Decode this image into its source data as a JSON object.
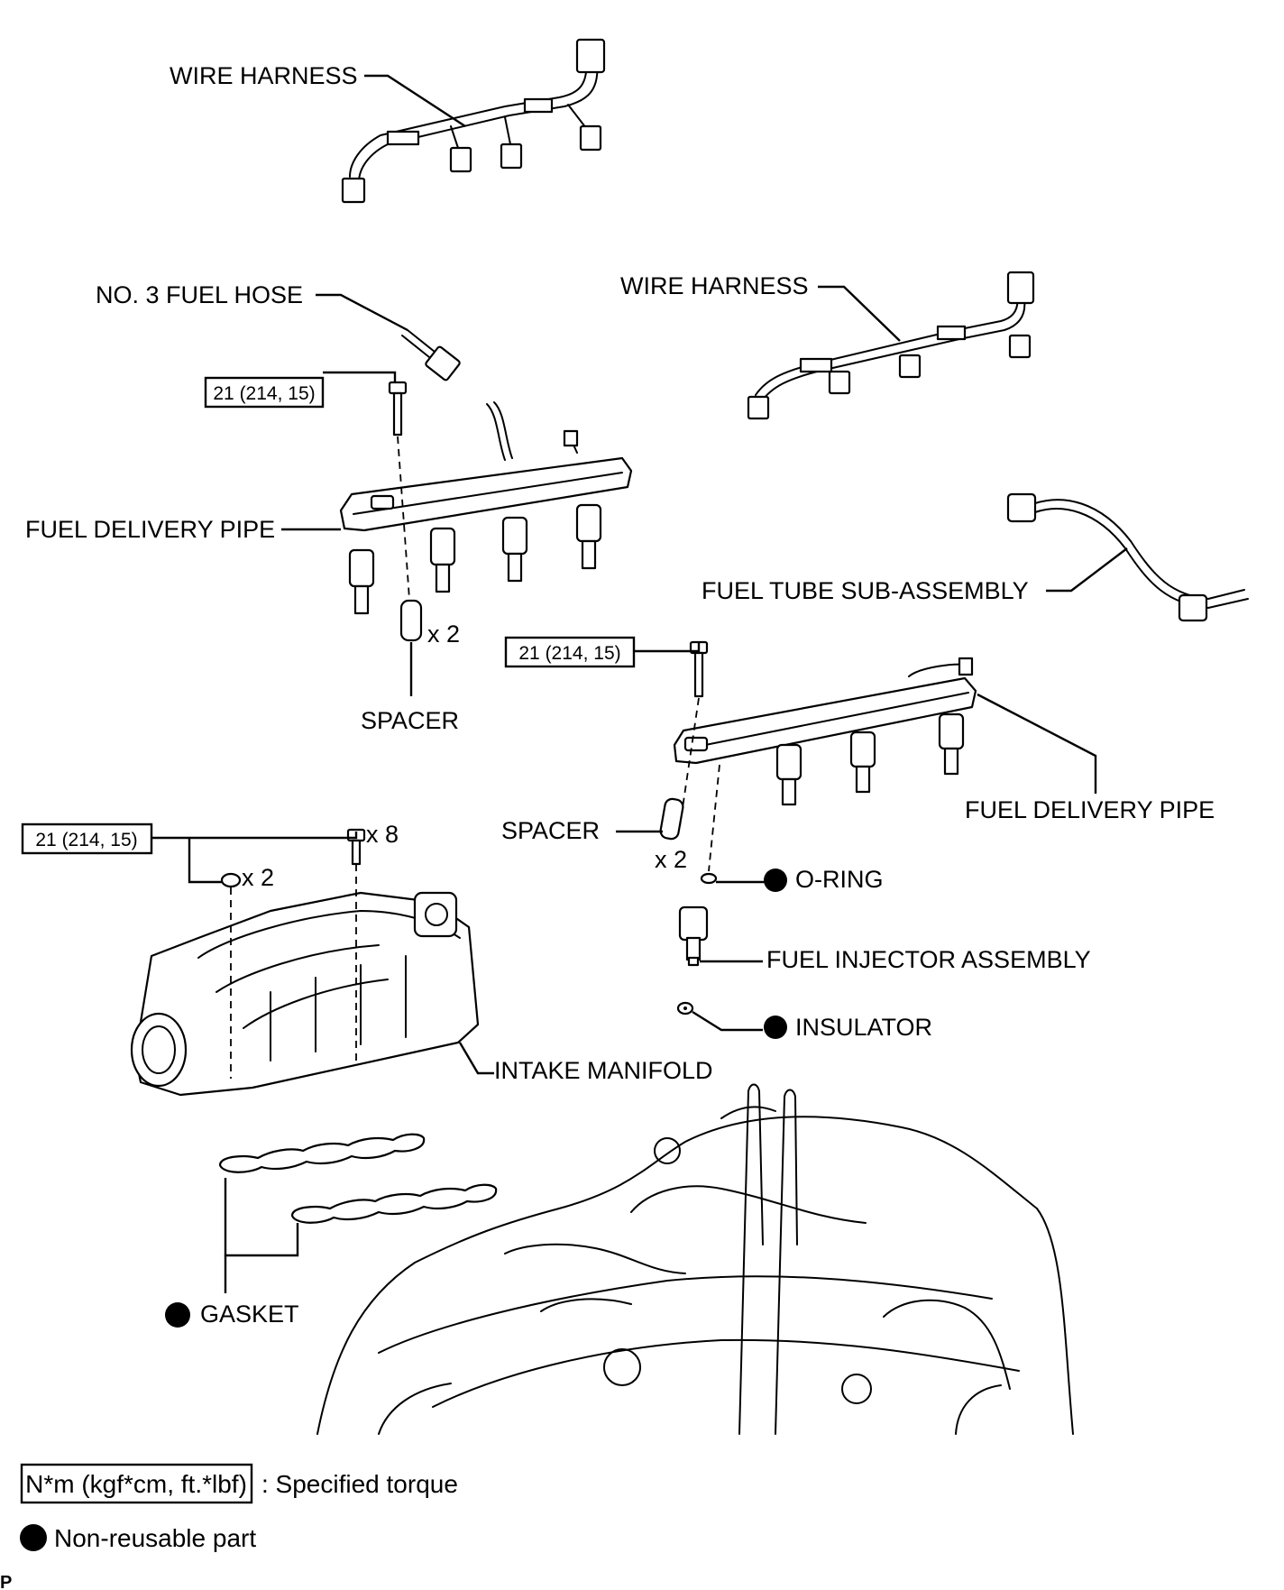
{
  "labels": {
    "wire_harness_top": "WIRE HARNESS",
    "no3_fuel_hose": "NO. 3 FUEL HOSE",
    "wire_harness_right": "WIRE HARNESS",
    "fuel_delivery_pipe_left": "FUEL DELIVERY PIPE",
    "fuel_tube_sub_assembly": "FUEL TUBE SUB-ASSEMBLY",
    "spacer_left": "SPACER",
    "spacer_right": "SPACER",
    "fuel_delivery_pipe_right": "FUEL DELIVERY PIPE",
    "o_ring": "O-RING",
    "fuel_injector_assembly": "FUEL INJECTOR ASSEMBLY",
    "insulator": "INSULATOR",
    "intake_manifold": "INTAKE MANIFOLD",
    "gasket": "GASKET"
  },
  "quantities": {
    "spacer_left": "x 2",
    "spacer_right": "x 2",
    "manifold_bolt": "x 8",
    "manifold_nut": "x 2"
  },
  "torque_specs": {
    "left_pipe_bolt": "21 (214, 15)",
    "right_pipe_bolt": "21 (214, 15)",
    "manifold": "21 (214, 15)"
  },
  "legend": {
    "torque_box": "N*m (kgf*cm, ft.*lbf)",
    "torque_text": ": Specified torque",
    "nonreusable_text": "Non-reusable part"
  },
  "corner_mark": "P",
  "non_reusable_parts": [
    "O-RING",
    "INSULATOR",
    "GASKET"
  ]
}
